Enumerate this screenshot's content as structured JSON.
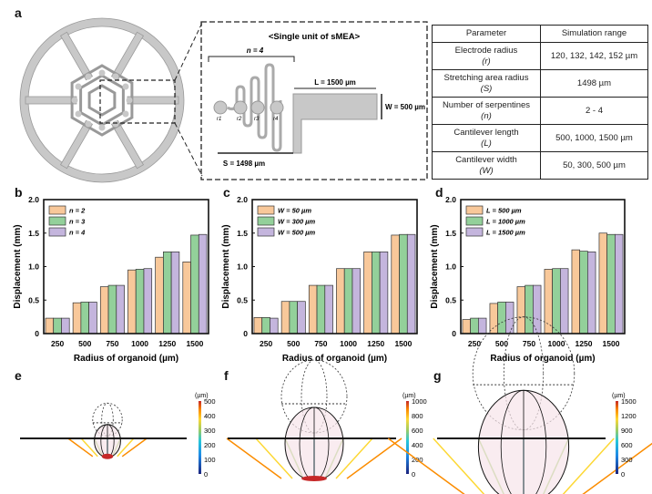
{
  "panel_labels": {
    "a": "a",
    "b": "b",
    "c": "c",
    "d": "d",
    "e": "e",
    "f": "f",
    "g": "g"
  },
  "unit_diagram": {
    "title": "<Single  unit of sMEA>",
    "n_label": "n = 4",
    "L_label": "L = 1500 µm",
    "W_label": "W = 500 µm",
    "S_label": "S = 1498 µm",
    "r_labels": [
      "r1",
      "r2",
      "r3",
      "r4"
    ]
  },
  "table": {
    "headers": [
      "Parameter",
      "Simulation range"
    ],
    "rows": [
      {
        "param": "Electrode radius",
        "sym": "(r)",
        "range": "120, 132, 142, 152 µm"
      },
      {
        "param": "Stretching area radius",
        "sym": "(S)",
        "range": "1498 µm"
      },
      {
        "param": "Number of serpentines",
        "sym": "(n)",
        "range": "2 - 4"
      },
      {
        "param": "Cantilever length",
        "sym": "(L)",
        "range": "500, 1000, 1500 µm"
      },
      {
        "param": "Cantilever width",
        "sym": "(W)",
        "range": "50, 300, 500 µm"
      }
    ]
  },
  "colors": {
    "s1": "#f8c89a",
    "s2": "#93d09a",
    "s3": "#c4b5dd"
  },
  "chart_data": [
    {
      "type": "bar",
      "panel": "b",
      "xlabel": "Radius of organoid (µm)",
      "ylabel": "Displacement (mm)",
      "ylim": [
        0,
        2.0
      ],
      "yticks": [
        "0",
        "0.5",
        "1.0",
        "1.5",
        "2.0"
      ],
      "categories": [
        "250",
        "500",
        "750",
        "1000",
        "1250",
        "1500"
      ],
      "legend": "top-left",
      "series": [
        {
          "name": "n = 2",
          "values": [
            0.23,
            0.46,
            0.7,
            0.95,
            1.14,
            1.07
          ]
        },
        {
          "name": "n = 3",
          "values": [
            0.23,
            0.47,
            0.72,
            0.96,
            1.22,
            1.47
          ]
        },
        {
          "name": "n = 4",
          "values": [
            0.23,
            0.47,
            0.72,
            0.97,
            1.22,
            1.48
          ]
        }
      ]
    },
    {
      "type": "bar",
      "panel": "c",
      "xlabel": "Radius of organoid (µm)",
      "ylabel": "Displacement (mm)",
      "ylim": [
        0,
        2.0
      ],
      "yticks": [
        "0",
        "0.5",
        "1.0",
        "1.5",
        "2.0"
      ],
      "categories": [
        "250",
        "500",
        "750",
        "1000",
        "1250",
        "1500"
      ],
      "legend": "top-left",
      "series": [
        {
          "name": "W = 50 µm",
          "values": [
            0.24,
            0.48,
            0.72,
            0.97,
            1.22,
            1.47
          ]
        },
        {
          "name": "W = 300 µm",
          "values": [
            0.24,
            0.48,
            0.72,
            0.97,
            1.22,
            1.48
          ]
        },
        {
          "name": "W = 500 µm",
          "values": [
            0.23,
            0.48,
            0.72,
            0.97,
            1.22,
            1.48
          ]
        }
      ]
    },
    {
      "type": "bar",
      "panel": "d",
      "xlabel": "Radius of organoid (µm)",
      "ylabel": "Displacement (mm)",
      "ylim": [
        0,
        2.0
      ],
      "yticks": [
        "0",
        "0.5",
        "1.0",
        "1.5",
        "2.0"
      ],
      "categories": [
        "250",
        "500",
        "750",
        "1000",
        "1250",
        "1500"
      ],
      "legend": "top-left",
      "series": [
        {
          "name": "L = 500 µm",
          "values": [
            0.21,
            0.45,
            0.7,
            0.96,
            1.25,
            1.5
          ]
        },
        {
          "name": "L = 1000 µm",
          "values": [
            0.23,
            0.47,
            0.72,
            0.97,
            1.23,
            1.48
          ]
        },
        {
          "name": "L = 1500 µm",
          "values": [
            0.23,
            0.47,
            0.72,
            0.97,
            1.22,
            1.48
          ]
        }
      ]
    }
  ],
  "colorbars": [
    {
      "panel": "e",
      "unit": "(µm)",
      "ticks": [
        "500",
        "400",
        "300",
        "200",
        "100",
        "0"
      ]
    },
    {
      "panel": "f",
      "unit": "(µm)",
      "ticks": [
        "1000",
        "800",
        "600",
        "400",
        "200",
        "0"
      ]
    },
    {
      "panel": "g",
      "unit": "(µm)",
      "ticks": [
        "1500",
        "1200",
        "900",
        "600",
        "300",
        "0"
      ]
    }
  ]
}
